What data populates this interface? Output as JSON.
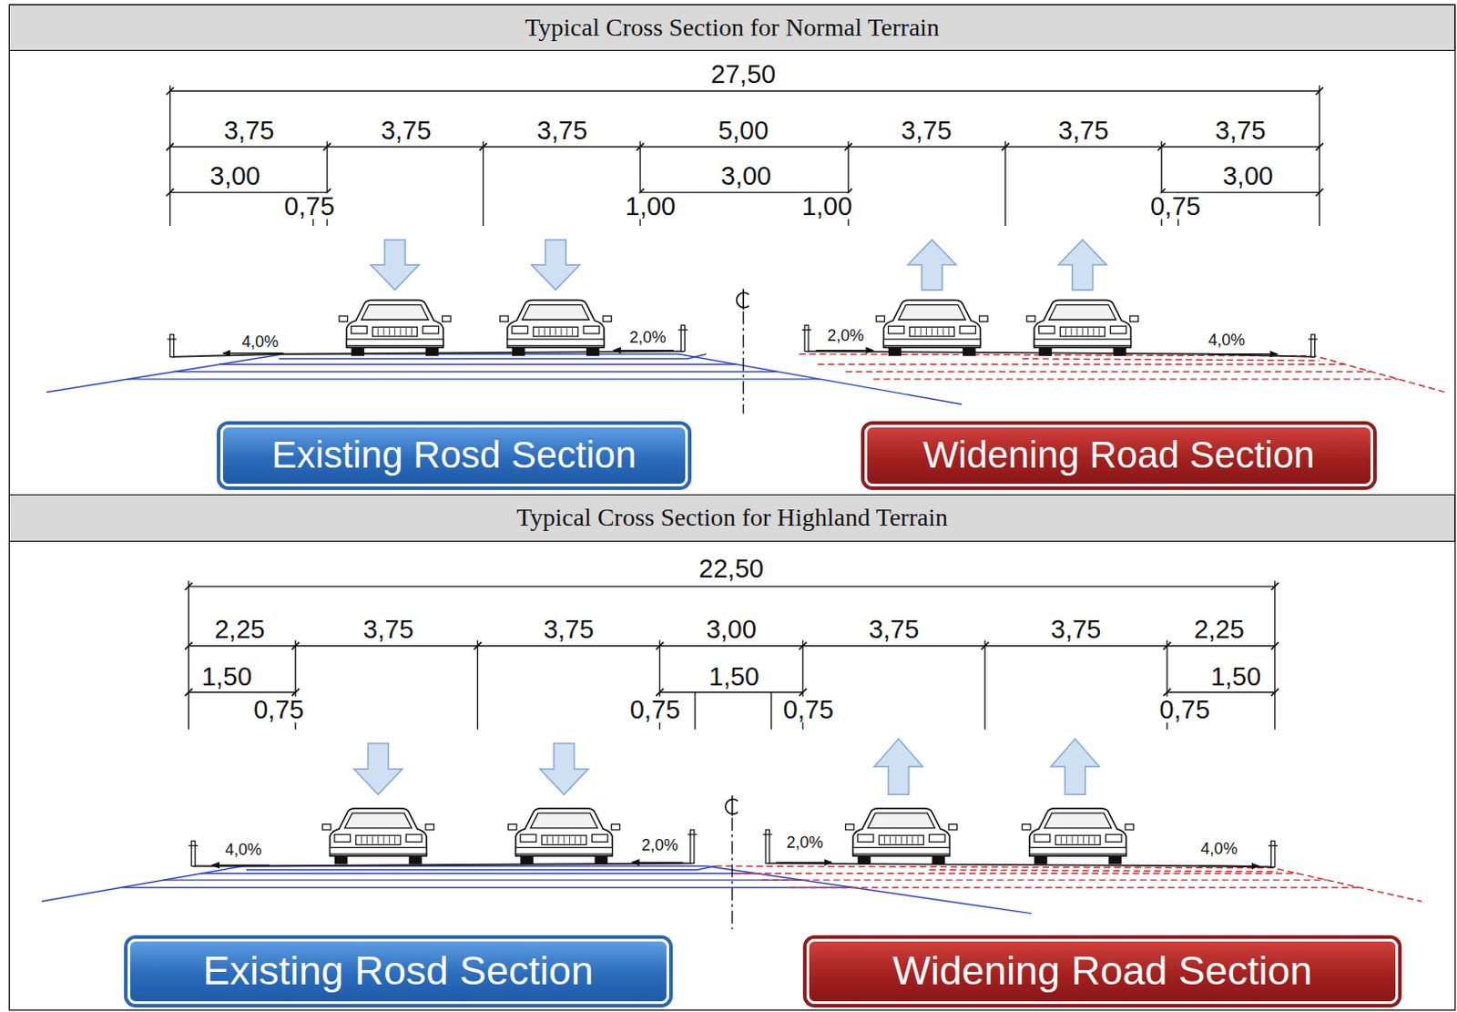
{
  "diagram": {
    "nodes": [
      {
        "text": [
          "Typical Cross Section for Normal Terrain"
        ]
      },
      {
        "text": [
          "Existing Rosd Section"
        ]
      },
      {
        "text": [
          "Widening Road Section"
        ]
      },
      {
        "text": [
          "Typical Cross Section for Highland Terrain"
        ]
      },
      {
        "text": [
          "Existing Rosd Section"
        ]
      },
      {
        "text": [
          "Widening Road Section"
        ]
      }
    ],
    "labels": [
      "27,50",
      "3,75",
      "3,75",
      "3,75",
      "5,00",
      "3,75",
      "3,75",
      "3,75",
      "3,00",
      "3,00",
      "3,00",
      "0,75",
      "1,00",
      "1,00",
      "0,75",
      "4,0%",
      "2,0%",
      "2,0%",
      "4,0%",
      "22,50",
      "2,25",
      "3,75",
      "3,75",
      "3,00",
      "3,75",
      "3,75",
      "2,25",
      "1,50",
      "1,50",
      "1,50",
      "0,75",
      "0,75",
      "0,75",
      "0,75",
      "4,0%",
      "2,0%",
      "2,0%",
      "4,0%"
    ]
  }
}
